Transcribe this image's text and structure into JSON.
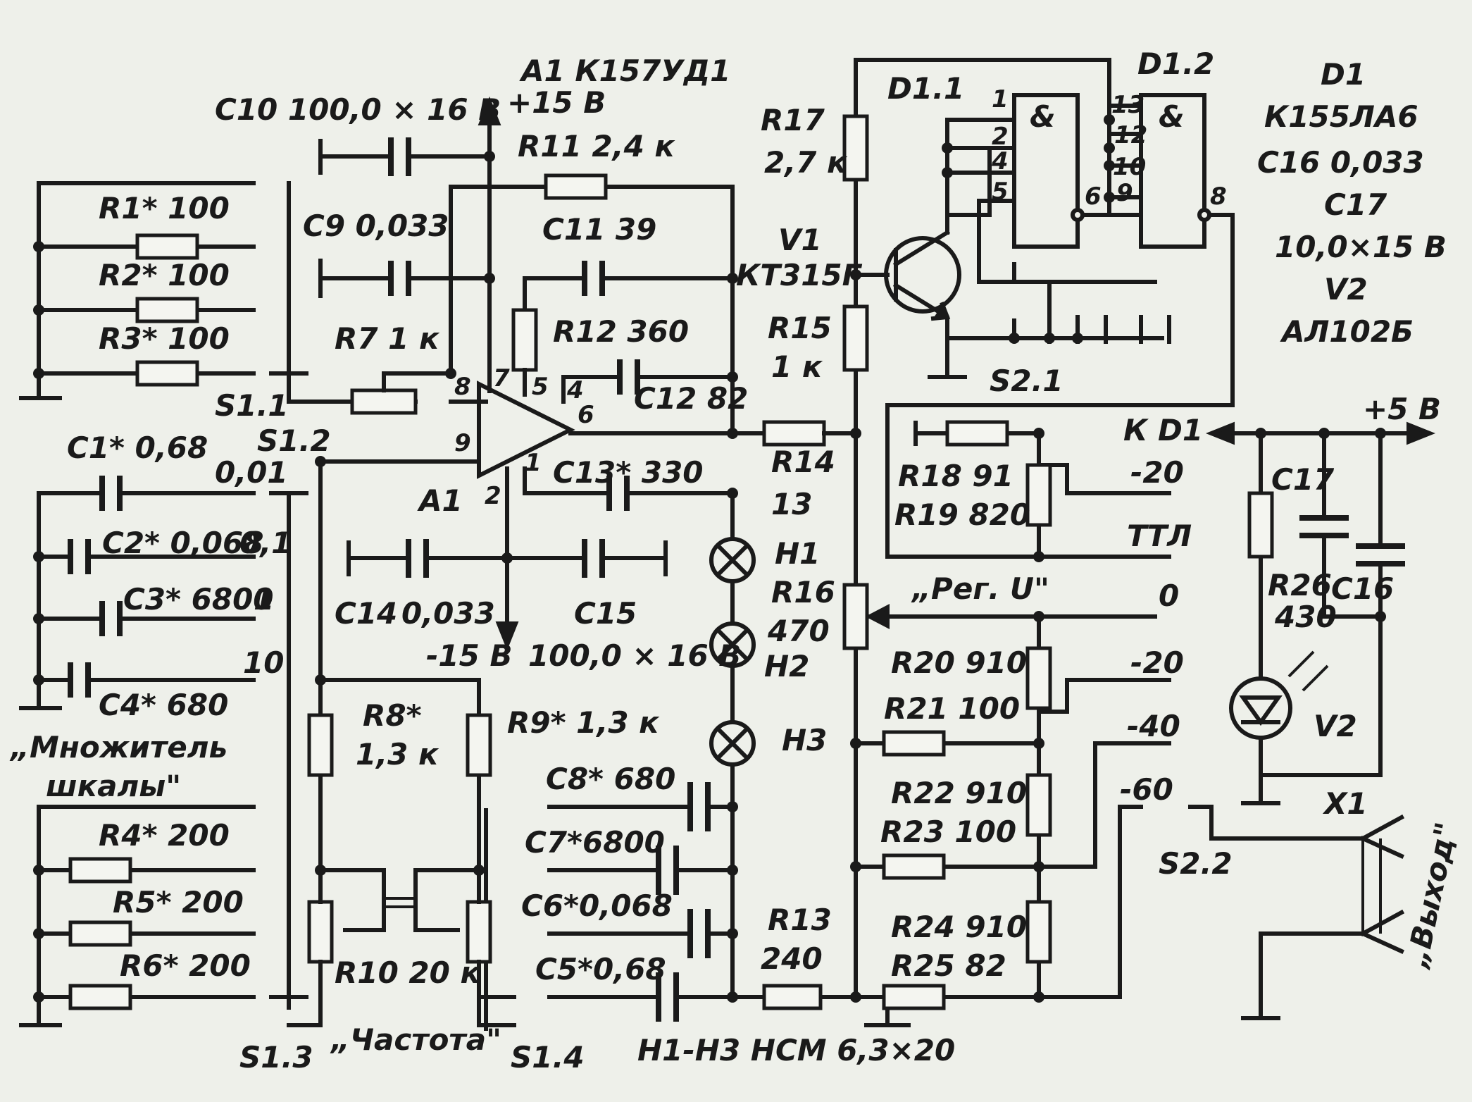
{
  "labels": {
    "a1_type": "A1  К157УД1",
    "plus15": "+15 В",
    "c10": "C10  100,0 × 16 В",
    "r11": "R11  2,4 к",
    "c11": "C11  39",
    "c9": "C9  0,033",
    "r1": "R1* 100",
    "r2": "R2* 100",
    "r3": "R3* 100",
    "r7": "R7  1 к",
    "s11": "S1.1",
    "r12": "R12  360",
    "c12": "C12  82",
    "c1": "C1* 0,68",
    "s12": "S1.2",
    "v001": "0,01",
    "a1": "A1",
    "c13": "C13*  330",
    "c2": "C2* 0,068",
    "v01": "0,1",
    "c3": "C3* 6800",
    "v1": "1",
    "c4": "C4* 680",
    "v10": "10",
    "c14": "C14",
    "c14v": "0,033",
    "minus15": "-15 В",
    "c15": "C15",
    "c15v": "100,0 × 16 В",
    "mult1": "„Множитель",
    "mult2": "шкалы\"",
    "r8": "R8*",
    "r8v": "1,3 к",
    "r9": "R9* 1,3 к",
    "r4": "R4* 200",
    "r5": "R5* 200",
    "r6": "R6* 200",
    "r10": "R10  20 к",
    "s13": "S1.3",
    "freq": "„Частота\"",
    "s14": "S1.4",
    "c8": "C8* 680",
    "c7": "C7*6800",
    "c6": "C6*0,068",
    "c5": "C5*0,68",
    "r13": "R13",
    "r13v": "240",
    "lamps": "H1-H3  НСМ 6,3×20",
    "r17": "R17",
    "r17v": "2,7 к",
    "v1l": "V1",
    "kt": "КТ315Г",
    "r15": "R15",
    "r15v": "1 к",
    "r14": "R14",
    "r14v": "13",
    "h1": "H1",
    "r16": "R16",
    "r16v": "470",
    "h2": "H2",
    "h3": "H3",
    "d11": "D1.1",
    "d12": "D1.2",
    "d1": "D1",
    "d1t": "К155ЛА6",
    "c16": "C16  0,033",
    "c17": "C17",
    "c17v": "10,0×15 В",
    "v2": "V2",
    "v2t": "АЛ102Б",
    "s21": "S2.1",
    "plus5": "+5 В",
    "kd1": "К D1",
    "m20a": "-20",
    "r18": "R18  91",
    "r19": "R19  820",
    "ttl": "ТТЛ",
    "regu": "„Рег. U\"",
    "zero": "0",
    "r20": "R20  910",
    "m20b": "-20",
    "r21": "R21  100",
    "m40": "-40",
    "r22": "R22  910",
    "m60": "-60",
    "r23": "R23  100",
    "r24": "R24  910",
    "r25": "R25  82",
    "c17r": "C17",
    "r26": "R26",
    "r26v": "430",
    "c16r": "C16",
    "v2r": "V2",
    "x1": "X1",
    "s22": "S2.2",
    "out": "„Выход\"",
    "p1": "1",
    "p2": "2",
    "p4": "4",
    "p5": "5",
    "p6": "6",
    "p8": "8",
    "p9": "9",
    "p10": "10",
    "p12": "12",
    "p13": "13",
    "op7": "7",
    "op8": "8",
    "op9": "9",
    "op5": "5",
    "op4": "4",
    "op6": "6",
    "op1": "1",
    "op2": "2",
    "and": "&",
    "and2": "&"
  }
}
